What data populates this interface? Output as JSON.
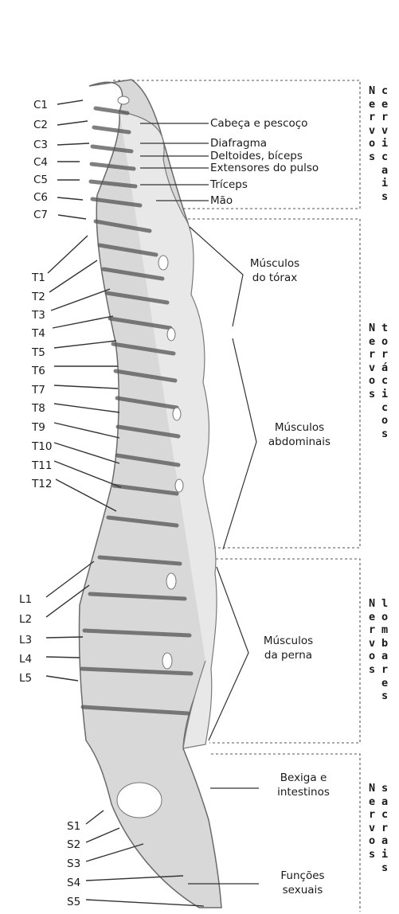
{
  "vertebrae": {
    "cervical": [
      "C1",
      "C2",
      "C3",
      "C4",
      "C5",
      "C6",
      "C7"
    ],
    "thoracic": [
      "T1",
      "T2",
      "T3",
      "T4",
      "T5",
      "T6",
      "T7",
      "T8",
      "T9",
      "T10",
      "T11",
      "T12"
    ],
    "lumbar": [
      "L1",
      "L2",
      "L3",
      "L4",
      "L5"
    ],
    "sacral": [
      "S1",
      "S2",
      "S3",
      "S4",
      "S5"
    ]
  },
  "cervical_functions": [
    "Cabeça e pescoço",
    "Diafragma",
    "Deltoides, bíceps",
    "Extensores do pulso",
    "Tríceps",
    "Mão"
  ],
  "muscle_groups": {
    "thorax": [
      "Músculos",
      "do tórax"
    ],
    "abdominal": [
      "Músculos",
      "abdominais"
    ],
    "leg": [
      "Músculos",
      "da perna"
    ]
  },
  "sacral_functions": {
    "bladder": [
      "Bexiga e",
      "intestinos"
    ],
    "sexual": [
      "Funções",
      "sexuais"
    ]
  },
  "nerve_groups": [
    {
      "col1": "Nervos",
      "col2": "cervicais"
    },
    {
      "col1": "Nervos",
      "col2": "torácicos"
    },
    {
      "col1": "Nervos",
      "col2": "lombares"
    },
    {
      "col1": "Nervos",
      "col2": "sacrais"
    }
  ]
}
